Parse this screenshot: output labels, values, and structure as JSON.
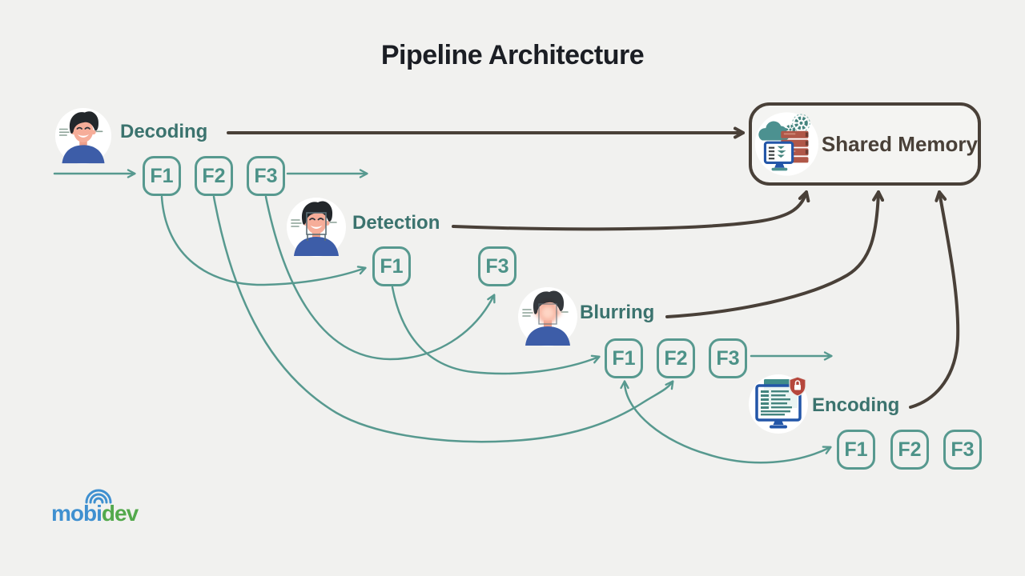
{
  "title": "Pipeline Architecture",
  "shared_memory": {
    "label": "Shared Memory",
    "icon": "cloud-server-memory-icon"
  },
  "stages": [
    {
      "id": "decoding",
      "label": "Decoding",
      "icon": "person-avatar-icon",
      "frames": [
        "F1",
        "F2",
        "F3"
      ]
    },
    {
      "id": "detection",
      "label": "Detection",
      "icon": "person-face-detection-avatar-icon",
      "frames": [
        "F1",
        "F3"
      ]
    },
    {
      "id": "blurring",
      "label": "Blurring",
      "icon": "person-blurred-face-avatar-icon",
      "frames": [
        "F1",
        "F2",
        "F3"
      ]
    },
    {
      "id": "encoding",
      "label": "Encoding",
      "icon": "secure-video-monitor-icon",
      "frames": [
        "F1",
        "F2",
        "F3"
      ]
    }
  ],
  "flows_teal": [
    {
      "from": "decoding-avatar",
      "to": "decoding-F1"
    },
    {
      "from": "decoding-F3",
      "to": "stream-continues-right"
    },
    {
      "from": "decoding-F1",
      "to": "detection-F1"
    },
    {
      "from": "decoding-F2",
      "to": "blurring-F2"
    },
    {
      "from": "decoding-F3",
      "to": "detection-F3"
    },
    {
      "from": "detection-F1",
      "to": "blurring-F1"
    },
    {
      "from": "blurring-F1",
      "to": "encoding-F1",
      "bidirectional": true
    },
    {
      "from": "blurring-F3",
      "to": "stream-continues-right"
    }
  ],
  "flows_dark": [
    {
      "from": "decoding",
      "to": "shared-memory"
    },
    {
      "from": "detection",
      "to": "shared-memory"
    },
    {
      "from": "blurring",
      "to": "shared-memory"
    },
    {
      "from": "encoding",
      "to": "shared-memory"
    }
  ],
  "logo": {
    "text_primary": "mobi",
    "text_secondary": "dev"
  },
  "colors": {
    "background": "#f1f1ef",
    "teal_accent": "#57998f",
    "stage_label_teal": "#3b736e",
    "dark_arrow": "#494038",
    "title_color": "#1b1e24",
    "logo_blue": "#3f90d0",
    "logo_green": "#53a94c",
    "server_brick_red": "#b05748",
    "monitor_frame_blue": "#2356a8",
    "shield_red": "#b6473c"
  }
}
